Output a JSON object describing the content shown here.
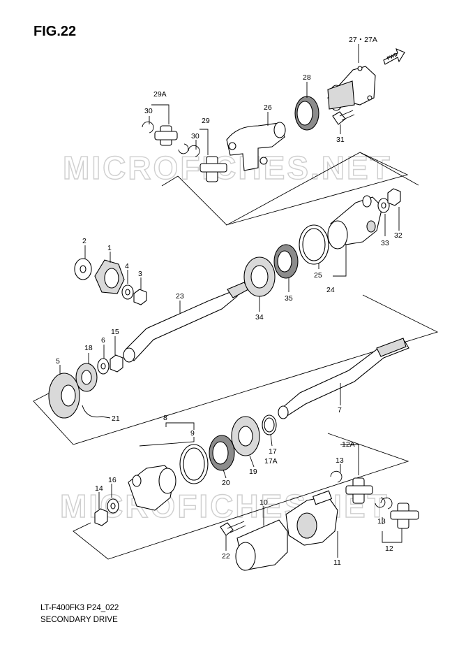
{
  "figure": {
    "title": "FIG.22"
  },
  "watermark": "MICROFICHES.NET",
  "footer": {
    "model_code": "LT-F400FK3 P24_022",
    "section_name": "SECONDARY DRIVE"
  },
  "fwd_label": "FWD",
  "callouts": {
    "c27_27a": "27・27A",
    "c28": "28",
    "c29a": "29A",
    "c30a": "30",
    "c30b": "30",
    "c29": "29",
    "c26": "26",
    "c31": "31",
    "c2": "2",
    "c1": "1",
    "c4": "4",
    "c3": "3",
    "c33": "33",
    "c32": "32",
    "c25": "25",
    "c24": "24",
    "c23": "23",
    "c34": "34",
    "c35": "35",
    "c18": "18",
    "c6": "6",
    "c15": "15",
    "c5": "5",
    "c21": "21",
    "c7": "7",
    "c8": "8",
    "c9": "9",
    "c17": "17",
    "c17a": "17A",
    "c19": "19",
    "c20": "20",
    "c12a": "12A",
    "c13a": "13",
    "c14": "14",
    "c16": "16",
    "c10": "10",
    "c13b": "13",
    "c22": "22",
    "c11": "11",
    "c12": "12"
  }
}
